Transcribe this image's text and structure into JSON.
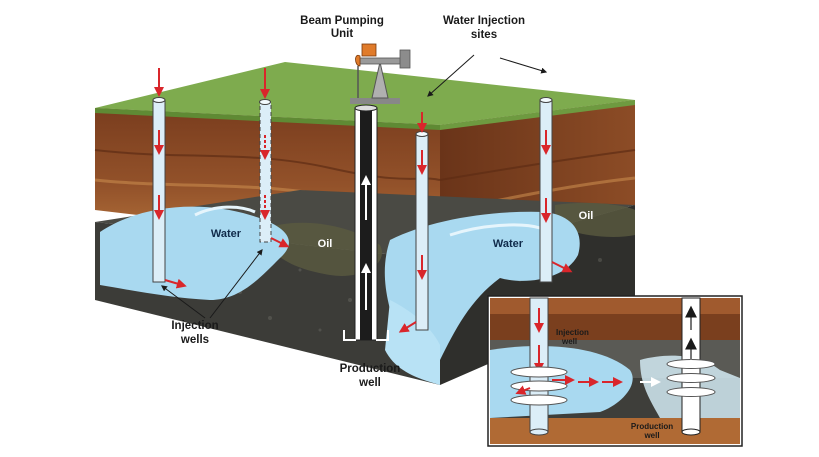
{
  "labels": {
    "beam_unit_line1": "Beam Pumping",
    "beam_unit_line2": "Unit",
    "water_injection_line1": "Water Injection",
    "water_injection_line2": "sites",
    "water_left": "Water",
    "oil_center": "Oil",
    "water_right": "Water",
    "oil_right": "Oil",
    "injection_wells_line1": "Injection",
    "injection_wells_line2": "wells",
    "production_well_line1": "Production",
    "production_well_line2": "well",
    "inset_injection_line1": "Injection",
    "inset_injection_line2": "well",
    "inset_production_line1": "Production",
    "inset_production_line2": "well"
  },
  "colors": {
    "grass": "#7eab4e",
    "soil_top": "#8a4a26",
    "soil_bottom": "#b06a34",
    "rock": "#3a3a38",
    "water": "#a9d9f0",
    "arrow": "#d9262b",
    "well_pipe": "#dceef8"
  }
}
